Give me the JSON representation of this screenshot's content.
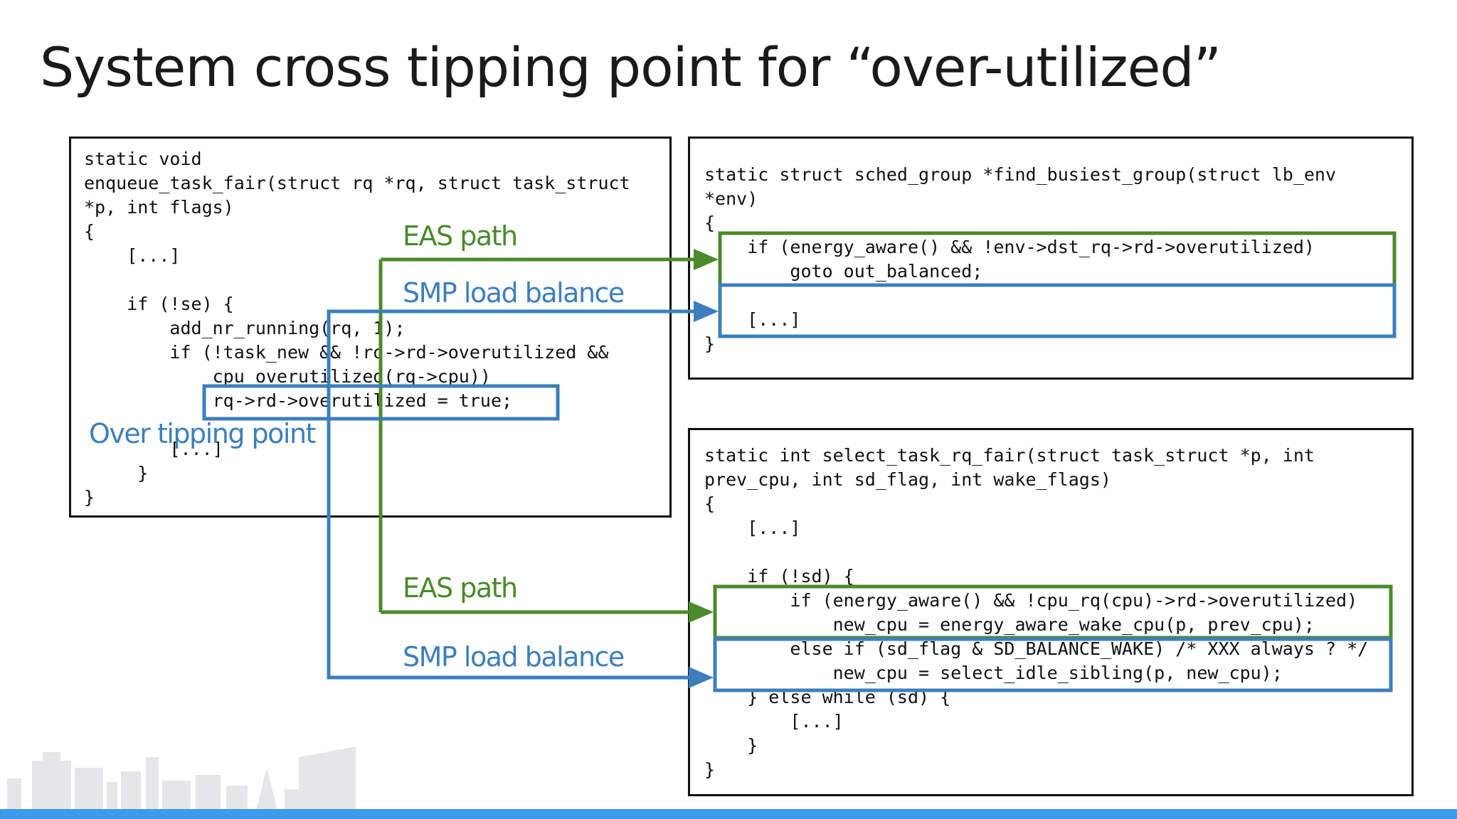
{
  "slide": {
    "title": "System cross tipping point for “over-utilized”"
  },
  "colors": {
    "eas_green": "#4a8a2a",
    "smp_blue": "#3d7fbd",
    "footer_blue": "#3d9be9"
  },
  "code_enqueue": {
    "lines": [
      "static void",
      "enqueue_task_fair(struct rq *rq, struct task_struct",
      "*p, int flags)",
      "{",
      "    [...]",
      "",
      "    if (!se) {",
      "        add_nr_running(rq, 1);",
      "        if (!task_new && !rq->rd->overutilized &&",
      "            cpu_overutilized(rq->cpu))",
      "            rq->rd->overutilized = true;",
      "",
      "        [...]",
      "     }",
      "}"
    ]
  },
  "code_busiest": {
    "lines": [
      "static struct sched_group *find_busiest_group(struct lb_env",
      "*env)",
      "{",
      "    if (energy_aware() && !env->dst_rq->rd->overutilized)",
      "        goto out_balanced;",
      "",
      "    [...]",
      "}"
    ]
  },
  "code_select": {
    "lines": [
      "static int select_task_rq_fair(struct task_struct *p, int",
      "prev_cpu, int sd_flag, int wake_flags)",
      "{",
      "    [...]",
      "",
      "    if (!sd) {",
      "        if (energy_aware() && !cpu_rq(cpu)->rd->overutilized)",
      "            new_cpu = energy_aware_wake_cpu(p, prev_cpu);",
      "        else if (sd_flag & SD_BALANCE_WAKE) /* XXX always ? */",
      "            new_cpu = select_idle_sibling(p, new_cpu);",
      "    } else while (sd) {",
      "        [...]",
      "    }",
      "}"
    ]
  },
  "annotations": {
    "eas_path_top": "EAS path",
    "smp_load_balance_top": "SMP load balance",
    "over_tipping_point": "Over tipping point",
    "eas_path_bottom": "EAS path",
    "smp_load_balance_bottom": "SMP load balance"
  }
}
